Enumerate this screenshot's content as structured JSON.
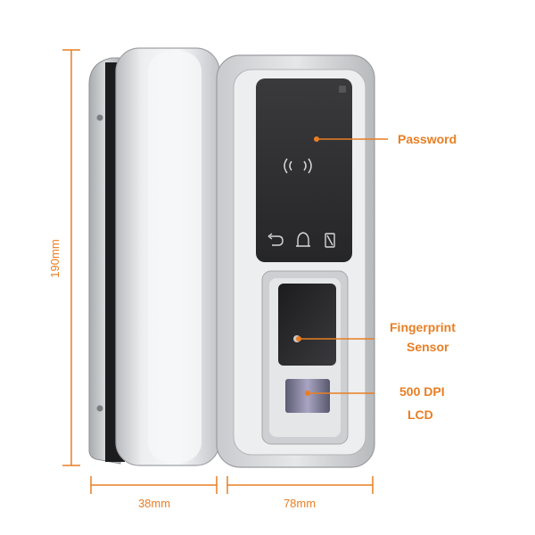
{
  "callouts": {
    "password": "Password",
    "fingerprint_line1": "Fingerprint",
    "fingerprint_line2": "Sensor",
    "lcd_line1": "500 DPI",
    "lcd_line2": "LCD"
  },
  "dimensions": {
    "height": "190mm",
    "width_body": "38mm",
    "width_panel": "78mm"
  },
  "colors": {
    "accent": "#e97e23",
    "panel_dark": "#2a2a2c",
    "metal": "#d9dadd"
  },
  "icons": [
    "nfc-wave-left-icon",
    "nfc-wave-right-icon",
    "back-icon",
    "bell-icon",
    "door-icon"
  ]
}
